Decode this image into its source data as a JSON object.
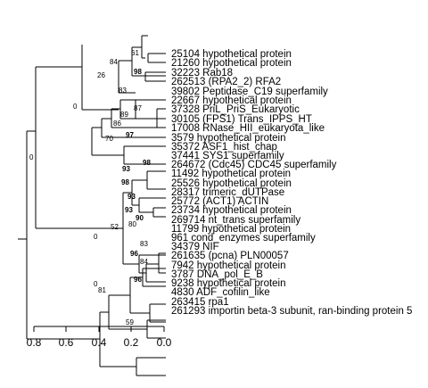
{
  "leaves": [
    "25104 hypothetical protein",
    "21260 hypothetical protein",
    "32223 Rab18",
    "262513 (RPA2_2) RFA2",
    "39802 Peptidase_C19 superfamily",
    "22667 hypothetical protein",
    "37328 PriL_PriS_Eukaryotic",
    "30105 (FPS1) Trans_IPPS_HT",
    "17008 RNase_HII_eukaryota_like",
    "3579 hypothetical protein",
    "35372 ASF1_hist_chap",
    "37441 SYS1 superfamily",
    "264672 (Cdc45) CDC45 superfamily",
    "11492 hypothetical protein",
    "25526 hypothetical protein",
    "28317 trimeric_dUTPase",
    "25772 (ACT1) ACTIN",
    "23734 hypothetical protein",
    "269714 nt_trans superfamily",
    "11799 hypothetical protein",
    "961 cond_enzymes superfamily",
    "34379 NIF",
    "261635 (pcna) PLN00057",
    "7942 hypothetical protein",
    "3787 DNA_pol_E_B",
    "9238 hypothetical protein",
    "4830 ADF_cofilin_like",
    "263415 rpa1",
    "261293 importin beta-3 subunit, ran-binding protein 5"
  ],
  "support_labels": [
    {
      "text": "61",
      "bold": false
    },
    {
      "text": "84",
      "bold": false
    },
    {
      "text": "98",
      "bold": true
    },
    {
      "text": "26",
      "bold": false
    },
    {
      "text": "83",
      "bold": false
    },
    {
      "text": "0",
      "bold": false
    },
    {
      "text": "87",
      "bold": false
    },
    {
      "text": "89",
      "bold": false
    },
    {
      "text": "86",
      "bold": false
    },
    {
      "text": "97",
      "bold": true
    },
    {
      "text": "70",
      "bold": false
    },
    {
      "text": "0",
      "bold": false
    },
    {
      "text": "98",
      "bold": true
    },
    {
      "text": "93",
      "bold": true
    },
    {
      "text": "98",
      "bold": true
    },
    {
      "text": "93",
      "bold": true
    },
    {
      "text": "93",
      "bold": true
    },
    {
      "text": "52",
      "bold": false
    },
    {
      "text": "90",
      "bold": true
    },
    {
      "text": "80",
      "bold": false
    },
    {
      "text": "0",
      "bold": false
    },
    {
      "text": "83",
      "bold": false
    },
    {
      "text": "84",
      "bold": false
    },
    {
      "text": "96",
      "bold": true
    },
    {
      "text": "96",
      "bold": true
    },
    {
      "text": "0",
      "bold": false
    },
    {
      "text": "81",
      "bold": false
    },
    {
      "text": "59",
      "bold": false
    }
  ],
  "axis_ticks": [
    "0.8",
    "0.6",
    "0.4",
    "0.2",
    "0.0"
  ]
}
